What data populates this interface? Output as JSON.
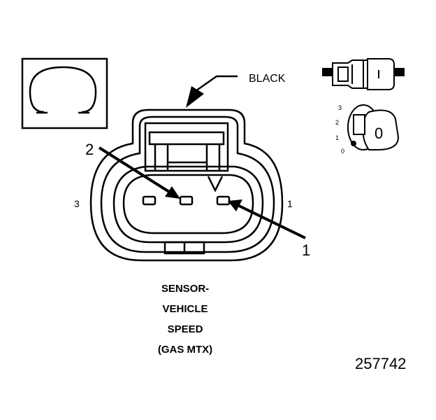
{
  "diagram": {
    "color_label": "BLACK",
    "pins": [
      {
        "id": "pin-1",
        "label": "1"
      },
      {
        "id": "pin-2",
        "label": "2"
      },
      {
        "id": "pin-3",
        "label": "3"
      }
    ],
    "callouts": {
      "pin2": "2",
      "pin1": "1"
    },
    "side_labels": {
      "left": "3",
      "right": "1"
    },
    "inset_scale": [
      "3",
      "2",
      "1",
      "0"
    ],
    "inset_zero": "0",
    "caption_lines": [
      "SENSOR-",
      "VEHICLE",
      "SPEED",
      "(GAS MTX)"
    ],
    "figure_number": "257742"
  }
}
